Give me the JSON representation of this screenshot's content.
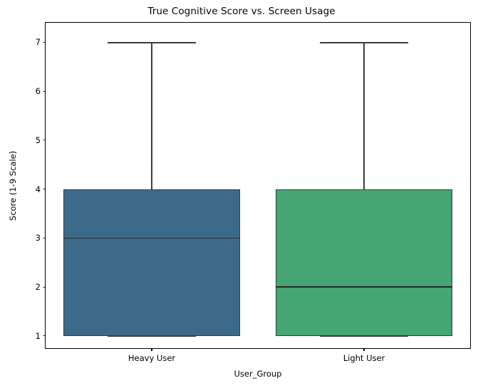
{
  "chart_data": {
    "type": "box",
    "title": "True Cognitive Score vs. Screen Usage",
    "xlabel": "User_Group",
    "ylabel": "Score (1-9 Scale)",
    "categories": [
      "Heavy User",
      "Light User"
    ],
    "ytick_labels": [
      "1",
      "2",
      "3",
      "4",
      "5",
      "6",
      "7"
    ],
    "ytick_values": [
      1,
      2,
      3,
      4,
      5,
      6,
      7
    ],
    "ylim": [
      0.75,
      7.4
    ],
    "grid": false,
    "legend": null,
    "boxes": [
      {
        "label": "Heavy User",
        "color": "#3d6a89",
        "edge_color": "#3b3b3b",
        "q1": 1,
        "median": 3,
        "q3": 4,
        "whisker_low": 1,
        "whisker_high": 7,
        "outliers": []
      },
      {
        "label": "Light User",
        "color": "#45a573",
        "edge_color": "#3b3b3b",
        "q1": 1,
        "median": 2,
        "q3": 4,
        "whisker_low": 1,
        "whisker_high": 7,
        "outliers": []
      }
    ]
  }
}
